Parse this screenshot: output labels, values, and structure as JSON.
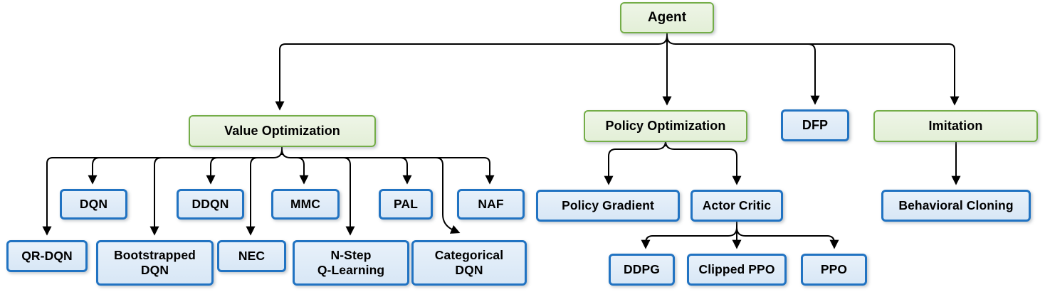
{
  "diagram": {
    "description": "Reinforcement learning agent algorithm hierarchy",
    "colors": {
      "category_border": "#74ad48",
      "category_fill": "#e7f1dc",
      "algorithm_border": "#2173c2",
      "algorithm_fill": "#dfeaf7",
      "connector": "#000000",
      "text": "#000000",
      "background": "#ffffff"
    },
    "nodes": {
      "agent": {
        "label": "Agent",
        "variant": "green"
      },
      "value_optimization": {
        "label": "Value Optimization",
        "variant": "green"
      },
      "policy_optimization": {
        "label": "Policy Optimization",
        "variant": "green"
      },
      "dfp": {
        "label": "DFP",
        "variant": "blue"
      },
      "imitation": {
        "label": "Imitation",
        "variant": "green"
      },
      "dqn": {
        "label": "DQN",
        "variant": "blue"
      },
      "ddqn": {
        "label": "DDQN",
        "variant": "blue"
      },
      "mmc": {
        "label": "MMC",
        "variant": "blue"
      },
      "pal": {
        "label": "PAL",
        "variant": "blue"
      },
      "naf": {
        "label": "NAF",
        "variant": "blue"
      },
      "qr_dqn": {
        "label": "QR-DQN",
        "variant": "blue"
      },
      "bootstrapped_dqn": {
        "label": "Bootstrapped\nDQN",
        "variant": "blue"
      },
      "nec": {
        "label": "NEC",
        "variant": "blue"
      },
      "n_step_q_learning": {
        "label": "N-Step\nQ-Learning",
        "variant": "blue"
      },
      "categorical_dqn": {
        "label": "Categorical\nDQN",
        "variant": "blue"
      },
      "policy_gradient": {
        "label": "Policy Gradient",
        "variant": "blue"
      },
      "actor_critic": {
        "label": "Actor Critic",
        "variant": "blue"
      },
      "ddpg": {
        "label": "DDPG",
        "variant": "blue"
      },
      "clipped_ppo": {
        "label": "Clipped PPO",
        "variant": "blue"
      },
      "ppo": {
        "label": "PPO",
        "variant": "blue"
      },
      "behavioral_cloning": {
        "label": "Behavioral Cloning",
        "variant": "blue"
      }
    },
    "edges": [
      {
        "from": "agent",
        "to": "value_optimization"
      },
      {
        "from": "agent",
        "to": "policy_optimization"
      },
      {
        "from": "agent",
        "to": "dfp"
      },
      {
        "from": "agent",
        "to": "imitation"
      },
      {
        "from": "value_optimization",
        "to": "qr_dqn"
      },
      {
        "from": "value_optimization",
        "to": "dqn"
      },
      {
        "from": "value_optimization",
        "to": "bootstrapped_dqn"
      },
      {
        "from": "value_optimization",
        "to": "ddqn"
      },
      {
        "from": "value_optimization",
        "to": "nec"
      },
      {
        "from": "value_optimization",
        "to": "mmc"
      },
      {
        "from": "value_optimization",
        "to": "n_step_q_learning"
      },
      {
        "from": "value_optimization",
        "to": "pal"
      },
      {
        "from": "value_optimization",
        "to": "categorical_dqn"
      },
      {
        "from": "value_optimization",
        "to": "naf"
      },
      {
        "from": "policy_optimization",
        "to": "policy_gradient"
      },
      {
        "from": "policy_optimization",
        "to": "actor_critic"
      },
      {
        "from": "actor_critic",
        "to": "ddpg"
      },
      {
        "from": "actor_critic",
        "to": "clipped_ppo"
      },
      {
        "from": "actor_critic",
        "to": "ppo"
      },
      {
        "from": "imitation",
        "to": "behavioral_cloning"
      }
    ]
  }
}
